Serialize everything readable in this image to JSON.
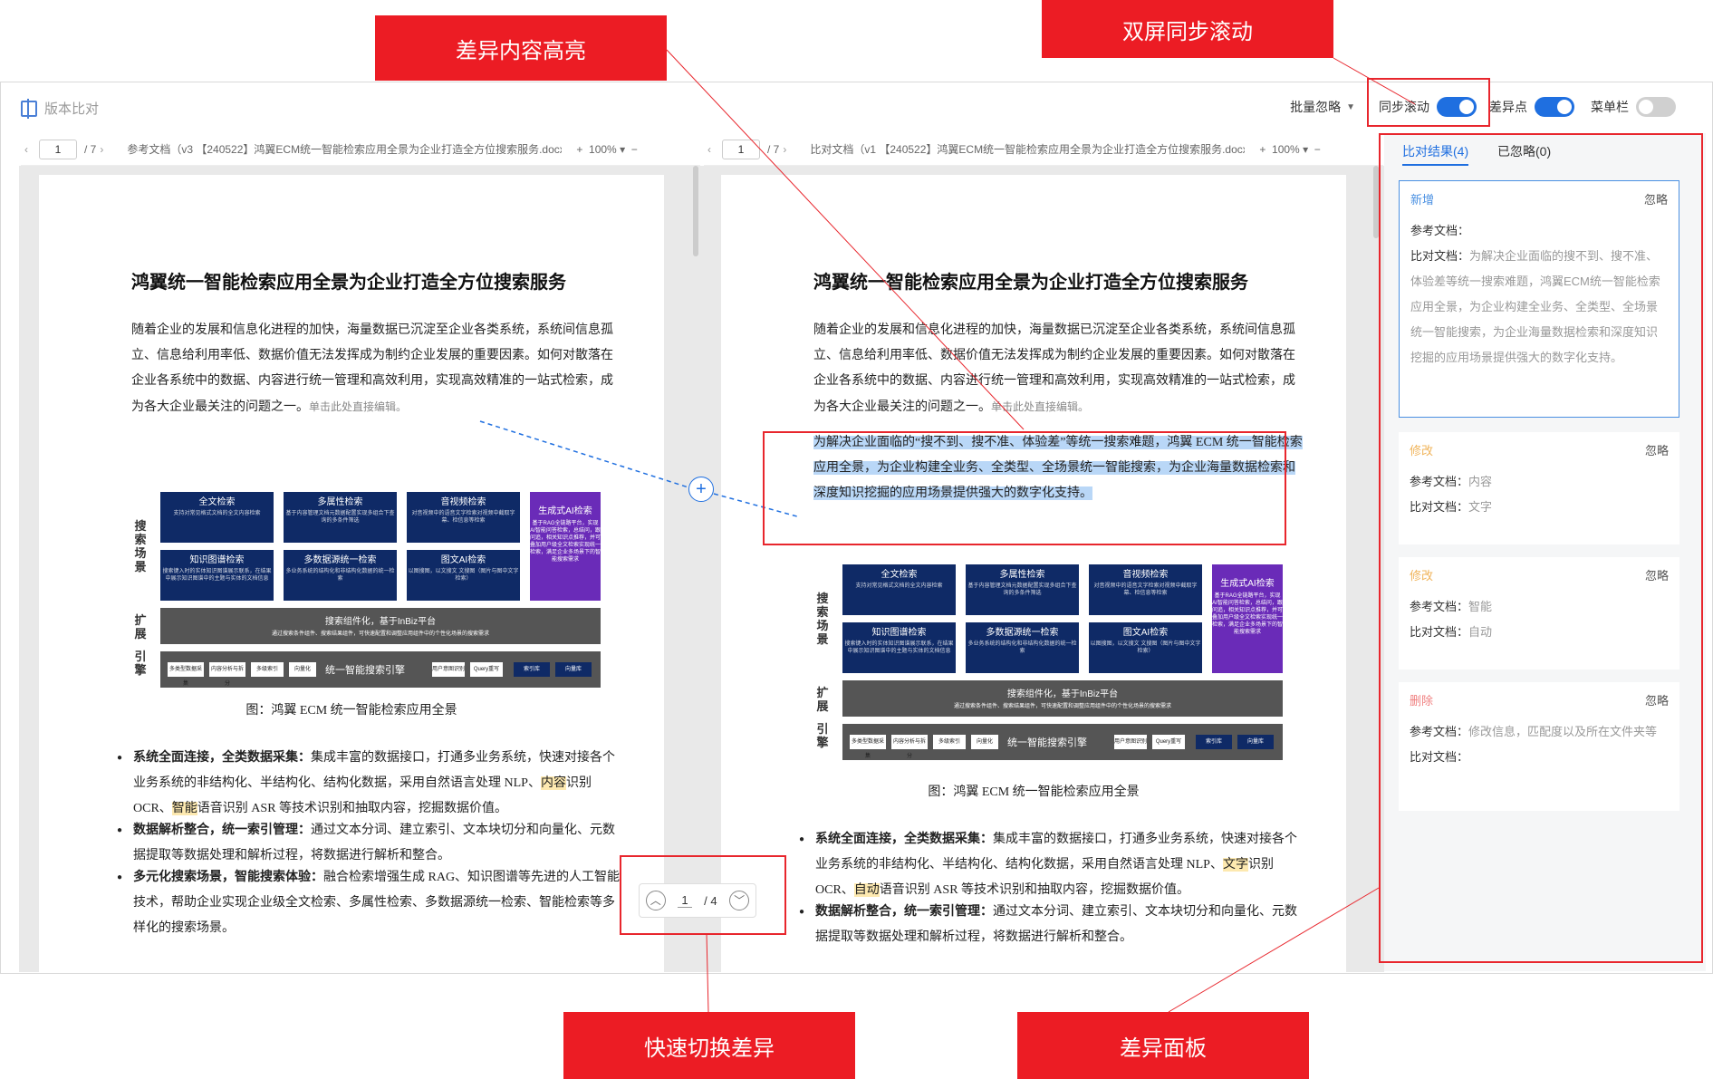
{
  "callouts": {
    "diff_highlight": "差异内容高亮",
    "sync_scroll": "双屏同步滚动",
    "quick_switch": "快速切换差异",
    "diff_panel": "差异面板"
  },
  "topbar": {
    "title": "版本比对",
    "batch_ignore": "批量忽略",
    "sync_scroll": "同步滚动",
    "diff_points": "差异点",
    "menu_bar": "菜单栏"
  },
  "left_doc": {
    "page": "1",
    "total": "/ 7",
    "name": "参考文档（v3 【240522】鸿翼ECM统一智能检索应用全景为企业打造全方位搜索服务.docx）",
    "zoom": "100%"
  },
  "right_doc": {
    "page": "1",
    "total": "/ 7",
    "name": "比对文档（v1 【240522】鸿翼ECM统一智能检索应用全景为企业打造全方位搜索服务.docx）",
    "zoom": "100%"
  },
  "content": {
    "title": "鸿翼统一智能检索应用全景为企业打造全方位搜索服务",
    "para1": "随着企业的发展和信息化进程的加快，海量数据已沉淀至企业各类系统，系统间信息孤立、信息给利用率低、数据价值无法发挥成为制约企业发展的重要因素。如何对散落在企业各系统中的数据、内容进行统一管理和高效利用，实现高效精准的一站式检索，成为各大企业最关注的问题之一。",
    "edit_hint": "单击此处直接编辑。",
    "added_para": "为解决企业面临的“搜不到、搜不准、体验差”等统一搜索难题，鸿翼 ECM 统一智能检索应用全景，为企业构建全业务、全类型、全场景统一智能搜索，为企业海量数据检索和深度知识挖掘的应用场景提供强大的数字化支持。",
    "caption": "图：鸿翼 ECM 统一智能检索应用全景",
    "b1_bold": "系统全面连接，全类数据采集：",
    "b1_text_a": "集成丰富的数据接口，打通多业务系统，快速对接各个业务系统的非结构化、半结构化、结构化数据，采用自然语言处理 NLP、",
    "b1_left_hl1": "内容",
    "b1_left_mid": "识别 OCR、",
    "b1_left_hl2": "智能",
    "b1_right_hl1": "文字",
    "b1_right_hl2": "自动",
    "b1_text_b": "语音识别 ASR 等技术识别和抽取内容，挖掘数据价值。",
    "b2_bold": "数据解析整合，统一索引管理：",
    "b2_text": "通过文本分词、建立索引、文本块切分和向量化、元数据提取等数据处理和解析过程，将数据进行解析和整合。",
    "b3_bold": "多元化搜索场景，智能搜索体验：",
    "b3_text": "融合检索增强生成 RAG、知识图谱等先进的人工智能技术，帮助企业实现企业级全文检索、多属性检索、多数据源统一检索、智能检索等多样化的搜索场景。"
  },
  "diagram": {
    "side1": "搜索场景",
    "side2": "扩展",
    "side3": "引擎",
    "boxes": [
      {
        "t": "全文检索",
        "s": "支持对常见格式文档的全文内容检索"
      },
      {
        "t": "多属性检索",
        "s": "基于内容管理文档元数据配置实现多组合下查询的多条件筛选"
      },
      {
        "t": "音视频检索",
        "s": "对音视频中的语音文字检索对视频中截取字幕、检信息等检索"
      },
      {
        "t": "知识图谱检索",
        "s": "搜索键入时的实体知识图谱展示联系，在结果中展示知识图谱中的主题与实体的文档信息"
      },
      {
        "t": "多数据源统一检索",
        "s": "多业务系统的结构化和非结构化数据的统一检索"
      },
      {
        "t": "图文AI检索",
        "s": "以图搜图，以文搜文 文搜图（图片与图中文字检索）"
      }
    ],
    "purple": {
      "t": "生成式AI检索",
      "s": "基于RAG全链路平台，实现AI智能问答检索，总结问，跟问追，相关知识点推荐，并可叠加用户级全文检索实现统一检索，满足企业多场景下的智能搜索需求"
    },
    "ext": {
      "t": "搜索组件化，基于InBiz平台",
      "s": "通过搜索条件组件、搜索结果组件，可快速配置和调整应用组件中的个性化场景的搜索需求"
    },
    "chips": [
      "多类型数据采集",
      "内容分析与拆分",
      "多级索引",
      "向量化",
      "用户意图识别",
      "Query重写",
      "索引库",
      "向量库"
    ],
    "engine": "统一智能搜索引擎"
  },
  "panel": {
    "tab1": "比对结果(4)",
    "tab2": "已忽略(0)",
    "ignore": "忽略",
    "ref_label": "参考文档：",
    "cmp_label": "比对文档：",
    "cards": [
      {
        "type": "新增",
        "ref": "",
        "cmp": "为解决企业面临的搜不到、搜不准、体验差等统一搜索难题，鸿翼ECM统一智能检索应用全景，为企业构建全业务、全类型、全场景统一智能搜索，为企业海量数据检索和深度知识挖掘的应用场景提供强大的数字化支持。"
      },
      {
        "type": "修改",
        "ref": "内容",
        "cmp": "文字"
      },
      {
        "type": "修改",
        "ref": "智能",
        "cmp": "自动"
      },
      {
        "type": "删除",
        "ref": "修改信息，匹配度以及所在文件夹等",
        "cmp": ""
      }
    ]
  },
  "navigator": {
    "current": "1",
    "total": "/ 4"
  }
}
